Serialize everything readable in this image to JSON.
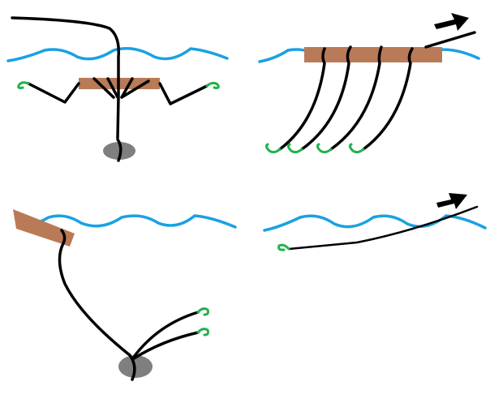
{
  "title": "",
  "colors": {
    "water": "#1ba1e2",
    "float": "#b97a57",
    "weight": "#7f7f7f",
    "hook": "#22b14c",
    "line": "#000000"
  },
  "panels": [
    {
      "name": "anchored-float-rig",
      "hooks": 2
    },
    {
      "name": "drifting-float-multi-hook-rig",
      "hooks": 4
    },
    {
      "name": "tilted-float-weighted-rig",
      "hooks": 2
    },
    {
      "name": "trolled-single-hook-line",
      "hooks": 1
    }
  ]
}
